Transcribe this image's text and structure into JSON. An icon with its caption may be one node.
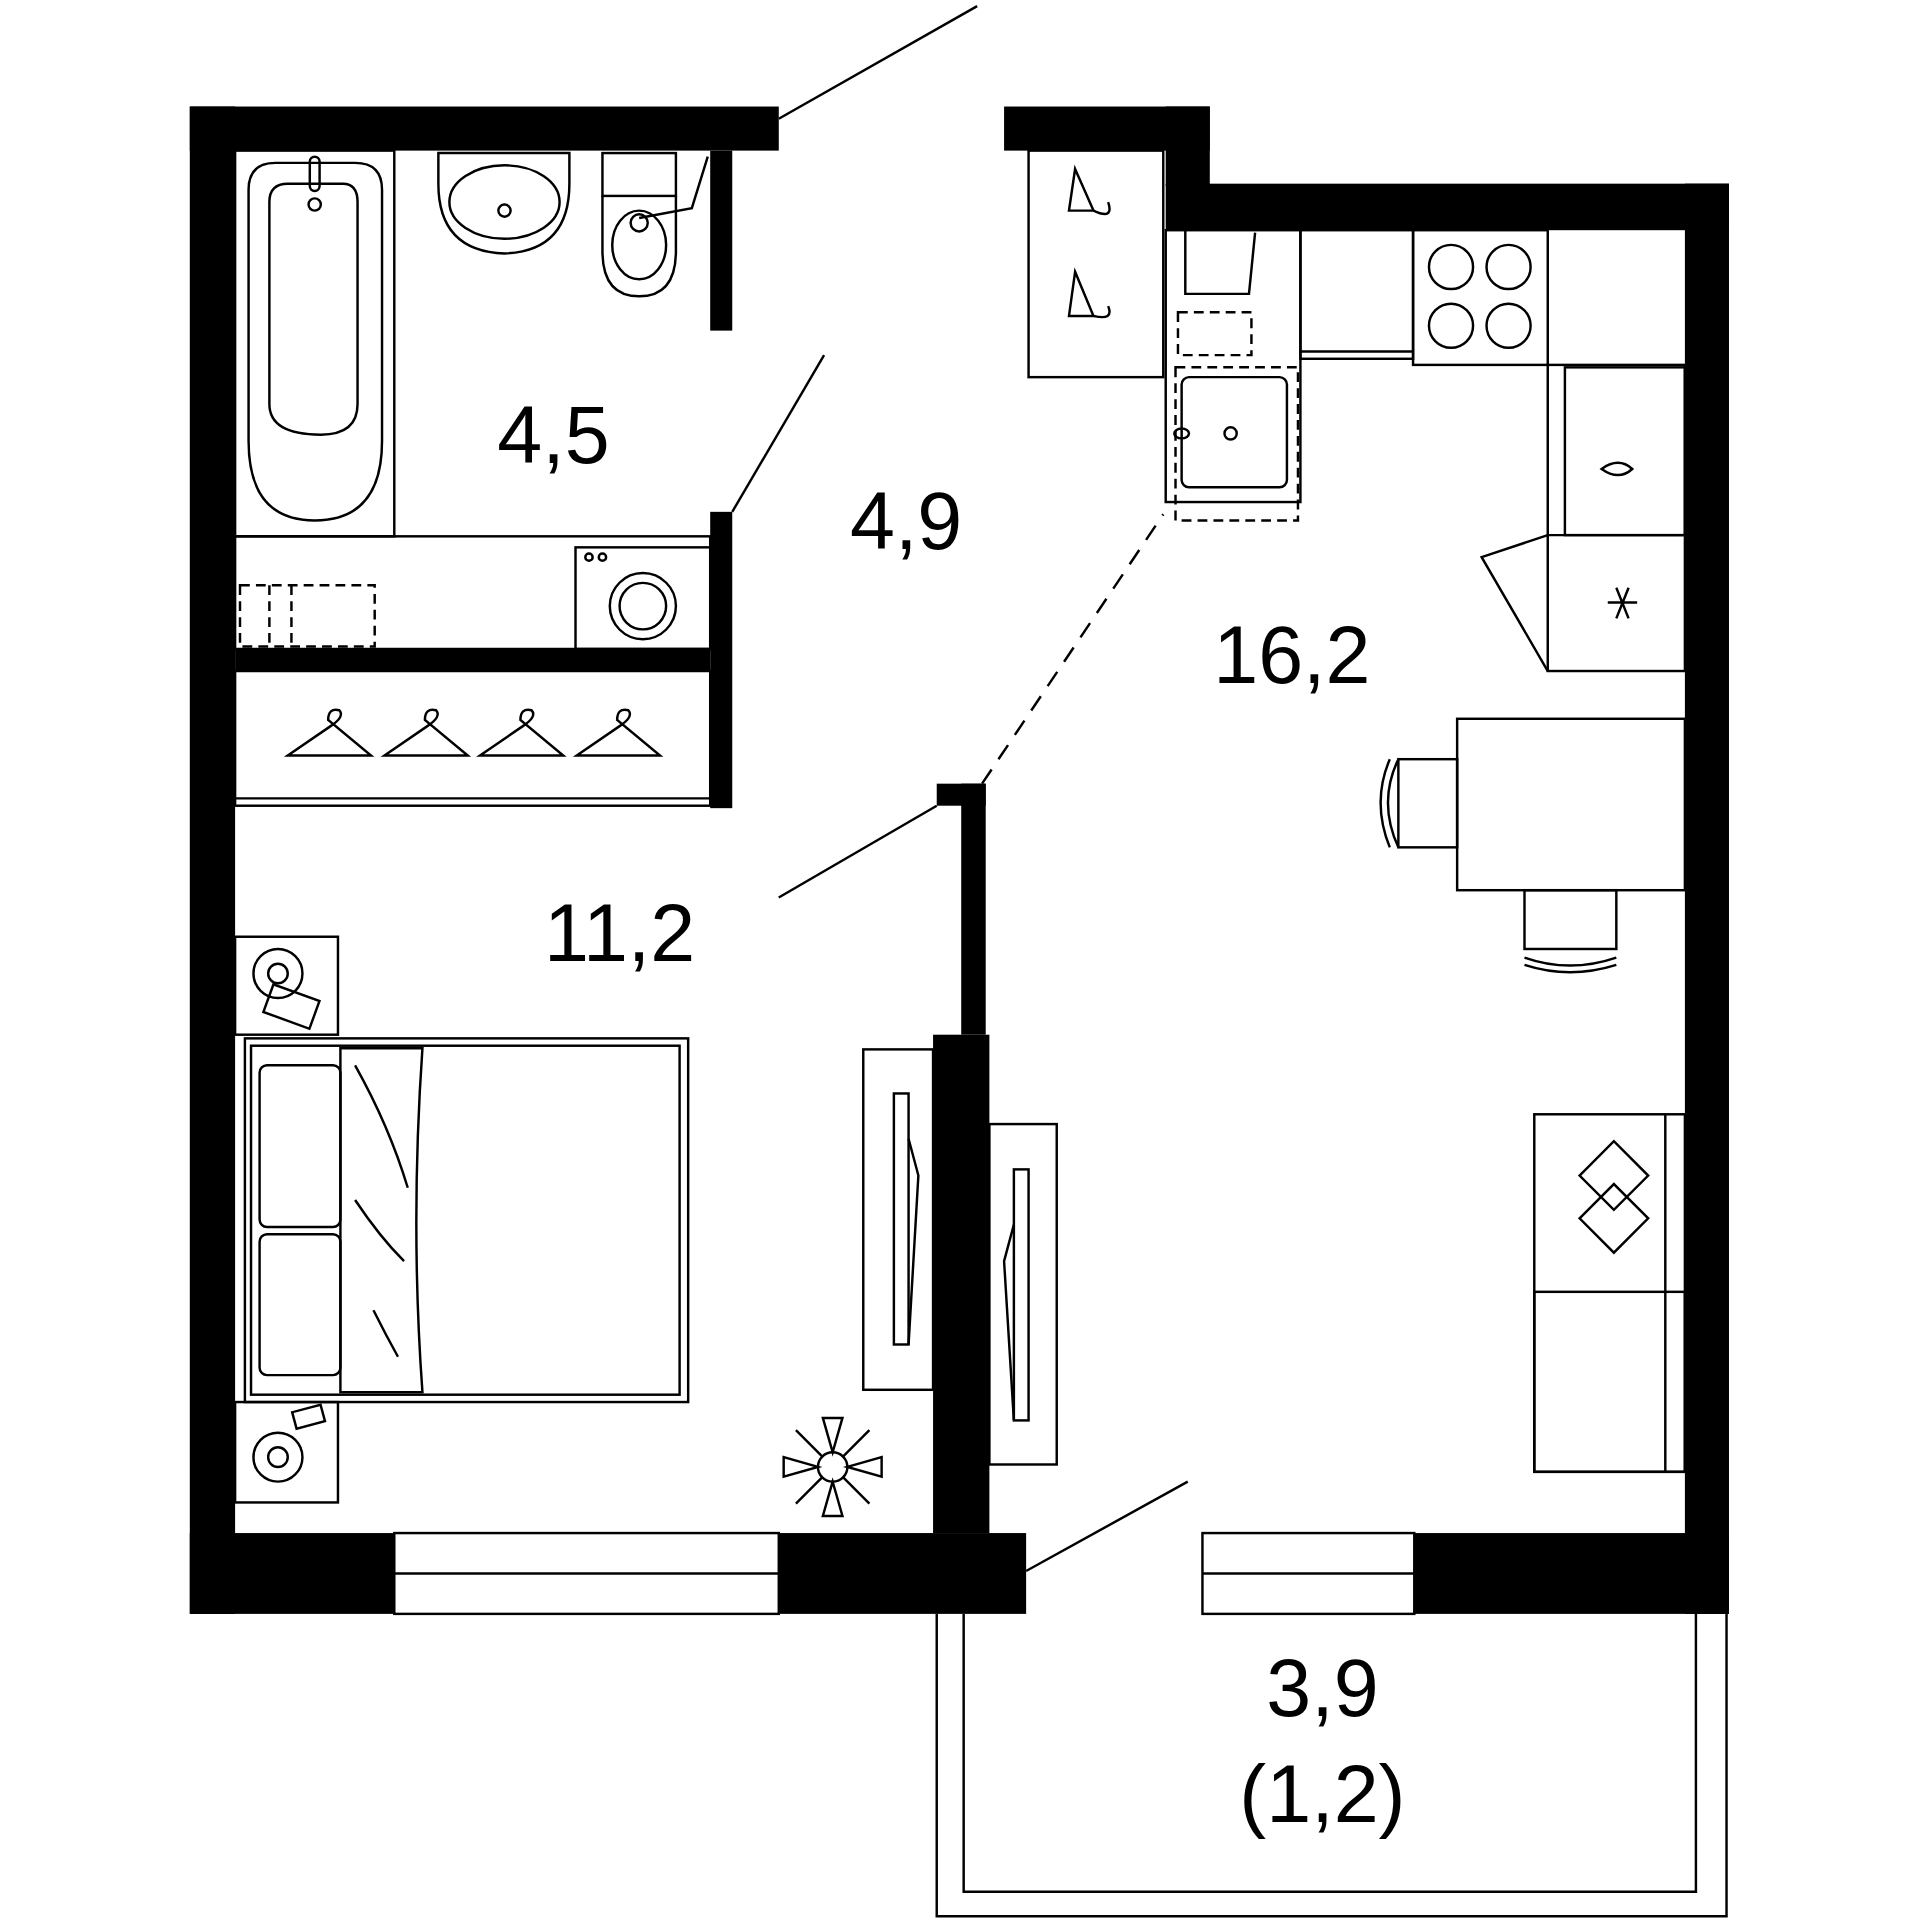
{
  "diagram": {
    "labels": [
      "4,5",
      "4,9",
      "16,2",
      "11,2",
      "3,9",
      "(1,2)"
    ]
  }
}
